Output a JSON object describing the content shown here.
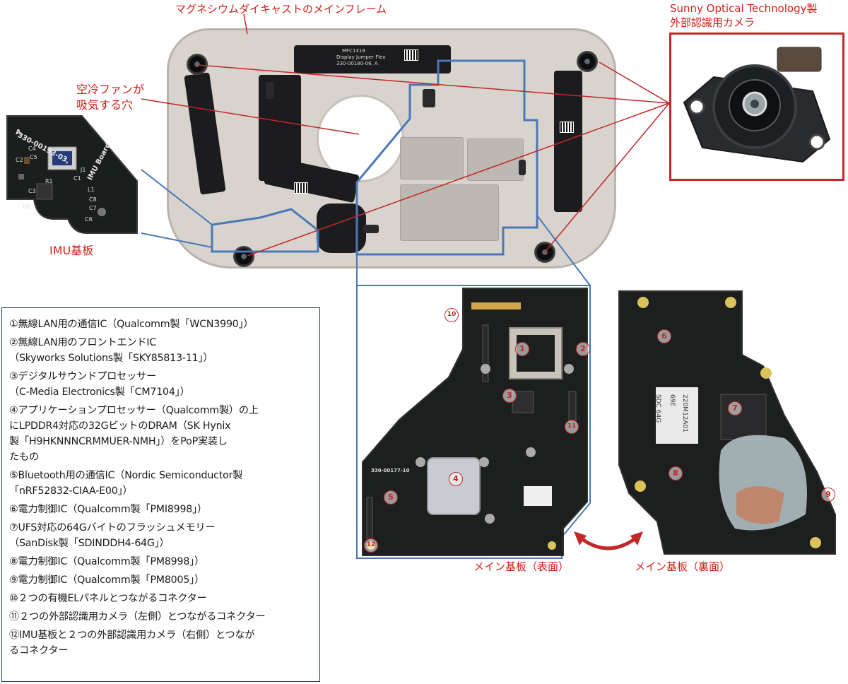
{
  "labels": {
    "frame": "マグネシウムダイキャストのメインフレーム",
    "camera_line1": "Sunny Optical Technology製",
    "camera_line2": "外部認識用カメラ",
    "fan_line1": "空冷ファンが",
    "fan_line2": "吸気する穴",
    "imu": "IMU基板",
    "front": "メイン基板（表面）",
    "back": "メイン基板（裏面）"
  },
  "flex_text": {
    "display_jumper_1": "MFC1319",
    "display_jumper_2": "Display Jumper Flex",
    "display_jumper_3": "330-00180-06, A"
  },
  "imu_board": {
    "part_number": "330-00193-03,",
    "rev": "A",
    "name": "IMU Board",
    "designators": [
      "C4",
      "C5",
      "C2",
      "J1",
      "R1",
      "C3",
      "C6",
      "L1",
      "C8",
      "C7",
      "U2",
      "C1"
    ]
  },
  "front_board": {
    "part_number": "330-00177-10",
    "callouts": [
      "1",
      "2",
      "3",
      "4",
      "5",
      "10",
      "11",
      "12"
    ]
  },
  "back_board": {
    "chip_text_1": "SDC 64G",
    "chip_text_2": "69E",
    "chip_text_3": "220M12A01",
    "callouts": [
      "6",
      "7",
      "8",
      "9"
    ]
  },
  "legend": [
    "①無線LAN用の通信IC（Qualcomm製「WCN3990」）",
    "②無線LAN用のフロントエンドIC\n（Skyworks Solutions製「SKY85813-11」）",
    "③デジタルサウンドプロセッサー\n（C-Media Electronics製「CM7104」）",
    "④アプリケーションプロセッサー（Qualcomm製）の上\nにLPDDR4対応の32GビットのDRAM（SK Hynix\n製「H9HKNNNCRMMUER-NMH」）をPoP実装し\nたもの",
    "⑤Bluetooth用の通信IC（Nordic Semiconductor製\n「nRF52832-CIAA-E00」）",
    "⑥電力制御IC（Qualcomm製「PMI8998」）",
    "⑦UFS対応の64Gバイトのフラッシュメモリー\n（SanDisk製「SDINDDH4-64G」）",
    "⑧電力制御IC（Qualcomm製「PM8998」）",
    "⑨電力制御IC（Qualcomm製「PM8005」）",
    "⑩２つの有機ELパネルとつながるコネクター",
    "⑪２つの外部認識用カメラ（左側）とつながるコネクター",
    "⑫IMU基板と２つの外部認識用カメラ（右側）とつなが\nるコネクター"
  ],
  "colors": {
    "accent_red": "#d0201a",
    "outline_blue": "#4a78b8",
    "pcb": "#1d1f1f",
    "frame": "#d8d3cc"
  }
}
